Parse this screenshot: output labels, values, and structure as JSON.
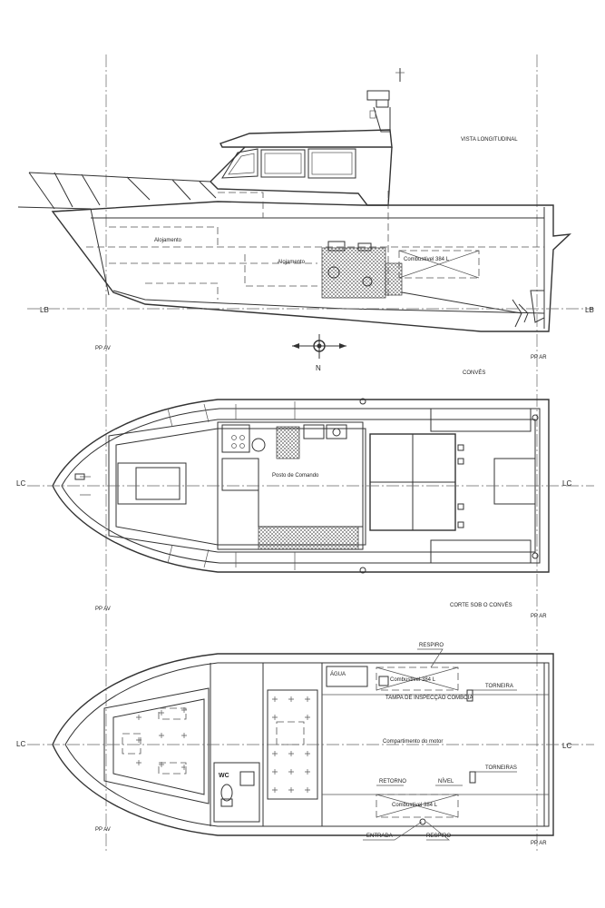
{
  "views": {
    "profile_title": "VISTA LONGITUDINAL",
    "deck_title": "CONVÉS",
    "below_deck_title": "CORTE SOB O CONVÉS"
  },
  "profile": {
    "alojamento_fwd": "Alojamento",
    "alojamento_aft": "Alojamento",
    "fuel_tank": "Combustível 384 L",
    "baseline_left": "LB",
    "baseline_right": "LB",
    "pp_fwd": "PP AV",
    "pp_aft": "PP AR",
    "compass_letter": "N"
  },
  "deck": {
    "posto_comando": "Posto de Comando",
    "cl_left": "LC",
    "cl_right": "LC",
    "pp_fwd": "PP AV",
    "pp_aft": "PP AR"
  },
  "below": {
    "respiro_top": "RESPIRO",
    "agua": "ÁGUA",
    "fuel_tank_top": "Combustível 384 L",
    "torneira": "TORNEIRA",
    "tampa": "TAMPA DE INSPECÇÃO COMBOIA",
    "compartimento": "Compartimento do motor",
    "torneiras": "TORNEIRAS",
    "nivel": "NÍVEL",
    "retorno": "RETORNO",
    "fuel_tank_bottom": "Combustível 384 L",
    "wc": "WC",
    "entrada": "ENTRADA",
    "respiro_bottom": "RESPIRO",
    "cl_left": "LC",
    "cl_right": "LC",
    "pp_fwd": "PP AV",
    "pp_aft": "PP AR"
  }
}
